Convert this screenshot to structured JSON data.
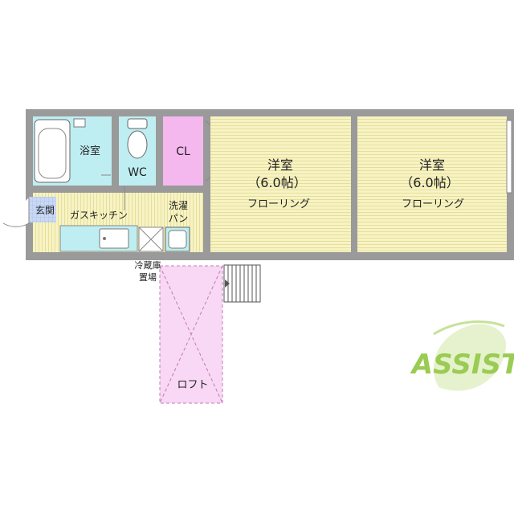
{
  "rooms": {
    "bath": "浴室",
    "wc": "WC",
    "closet": "CL",
    "western1": {
      "name": "洋室",
      "size": "（6.0帖）",
      "floor": "フローリング"
    },
    "western2": {
      "name": "洋室",
      "size": "（6.0帖）",
      "floor": "フローリング"
    },
    "entrance": "玄関",
    "kitchen": "ガスキッチン",
    "laundry_line1": "洗濯",
    "laundry_line2": "パン",
    "fridge_line1": "冷蔵庫",
    "fridge_line2": "置場",
    "loft": "ロフト"
  },
  "logo": {
    "text": "ASSIST"
  },
  "colors": {
    "wall": "#9a9a9a",
    "floor_yellow": "#f7f3c4",
    "floor_line": "#e4dc92",
    "wet_area": "#bfeef2",
    "closet": "#f4b8ef",
    "entrance": "#c8d8f4",
    "loft": "#f8d8f4",
    "logo_green": "#9acb52"
  }
}
